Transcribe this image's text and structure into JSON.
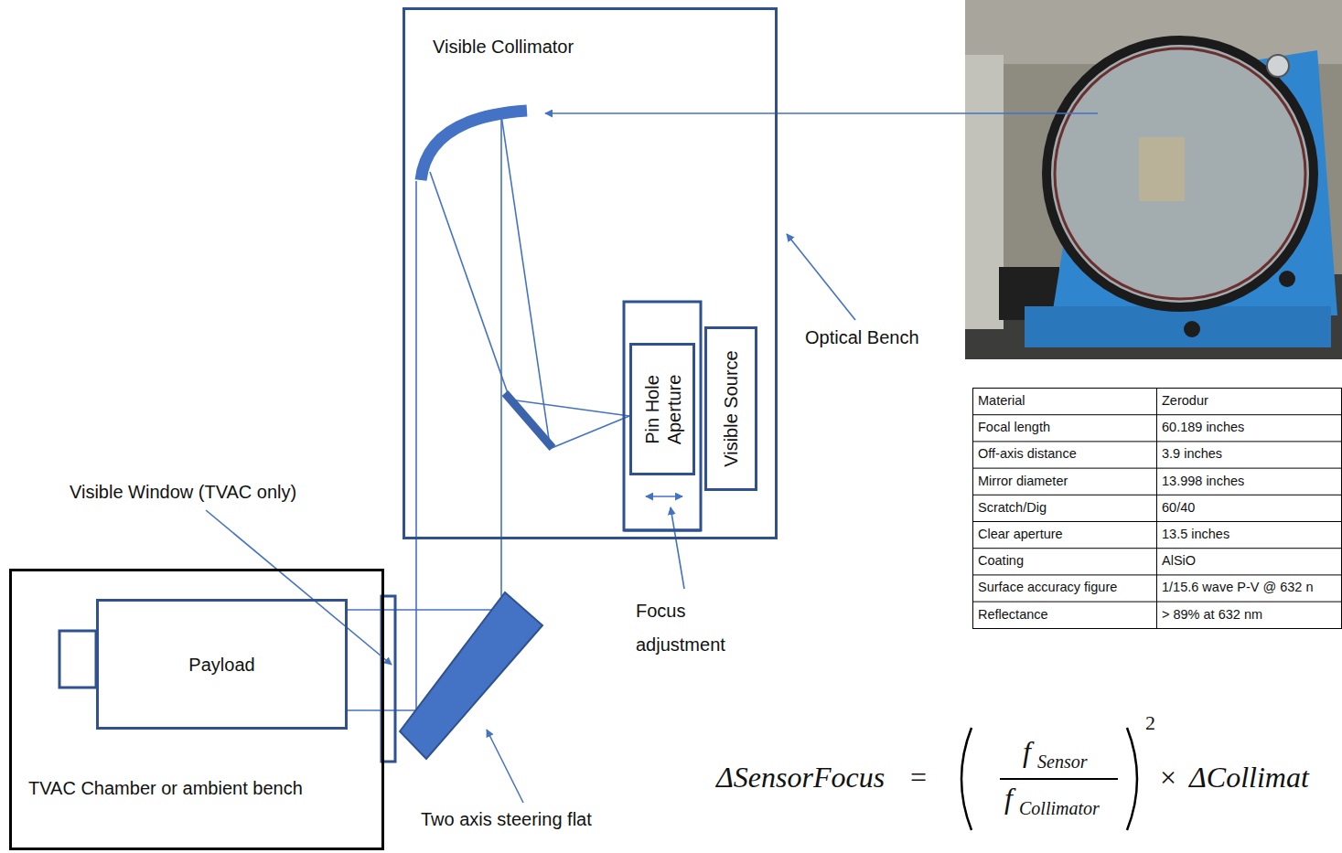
{
  "diagram": {
    "nodes": [
      {
        "text": [
          "Visible Collimator"
        ]
      },
      {
        "text": [
          "Pin Hole Aperture"
        ],
        "in": 0
      },
      {
        "text": [
          "Visible Source"
        ],
        "in": 0
      },
      {
        "text": [
          "TVAC Chamber or ambient bench"
        ]
      },
      {
        "text": [
          "Payload"
        ],
        "in": 3
      }
    ],
    "labels": [
      "Optical Bench",
      "Material",
      "Zerodur",
      "Focal length",
      "60.189 inches",
      "Off-axis distance",
      "3.9 inches",
      "Mirror diameter",
      "13.998 inches",
      "Scratch/Dig",
      "60/40",
      "Clear aperture",
      "13.5 inches",
      "Coating",
      "AlSiO",
      "Surface accuracy figure",
      "1/15.6 wave P-V @ 632 n",
      "Reflectance",
      "> 89% at 632 nm",
      "Visible Window (TVAC only)",
      "Focus adjustment",
      "Two axis steering flat",
      "ΔSensorFocus",
      "=",
      "f",
      "Sensor",
      "f",
      "Collimator",
      "2",
      "×",
      "ΔCollimat"
    ]
  }
}
